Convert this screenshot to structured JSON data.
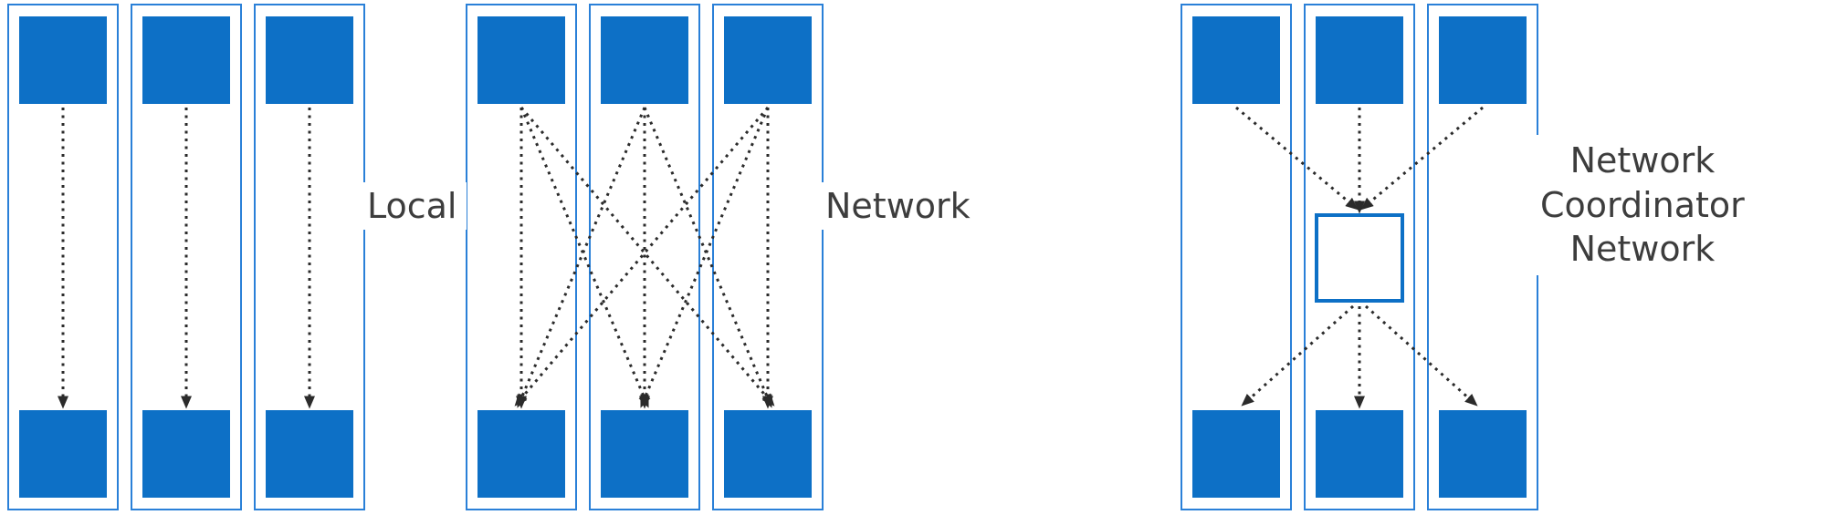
{
  "diagram": {
    "type": "network-topology-comparison",
    "groups": [
      {
        "label": "Local",
        "pattern": "point-to-point",
        "columns": 3,
        "connections": "each top node sends one arrow straight down to its own bottom node"
      },
      {
        "label": "Network",
        "pattern": "full-mesh",
        "columns": 3,
        "connections": "every top node sends arrows to all three bottom nodes"
      },
      {
        "label_lines": [
          "Network",
          "Coordinator",
          "Network"
        ],
        "pattern": "hub-and-spoke",
        "columns": 3,
        "coordinator_node": true,
        "connections": "all top nodes send arrows into a central coordinator box, which sends arrows out to all three bottom nodes"
      }
    ]
  },
  "colors": {
    "background": "#ffffff",
    "node_fill": "#0d70c6",
    "outline": "#2a80d8",
    "arrow": "#2b2b2b",
    "label_text": "#3d3d3d"
  }
}
